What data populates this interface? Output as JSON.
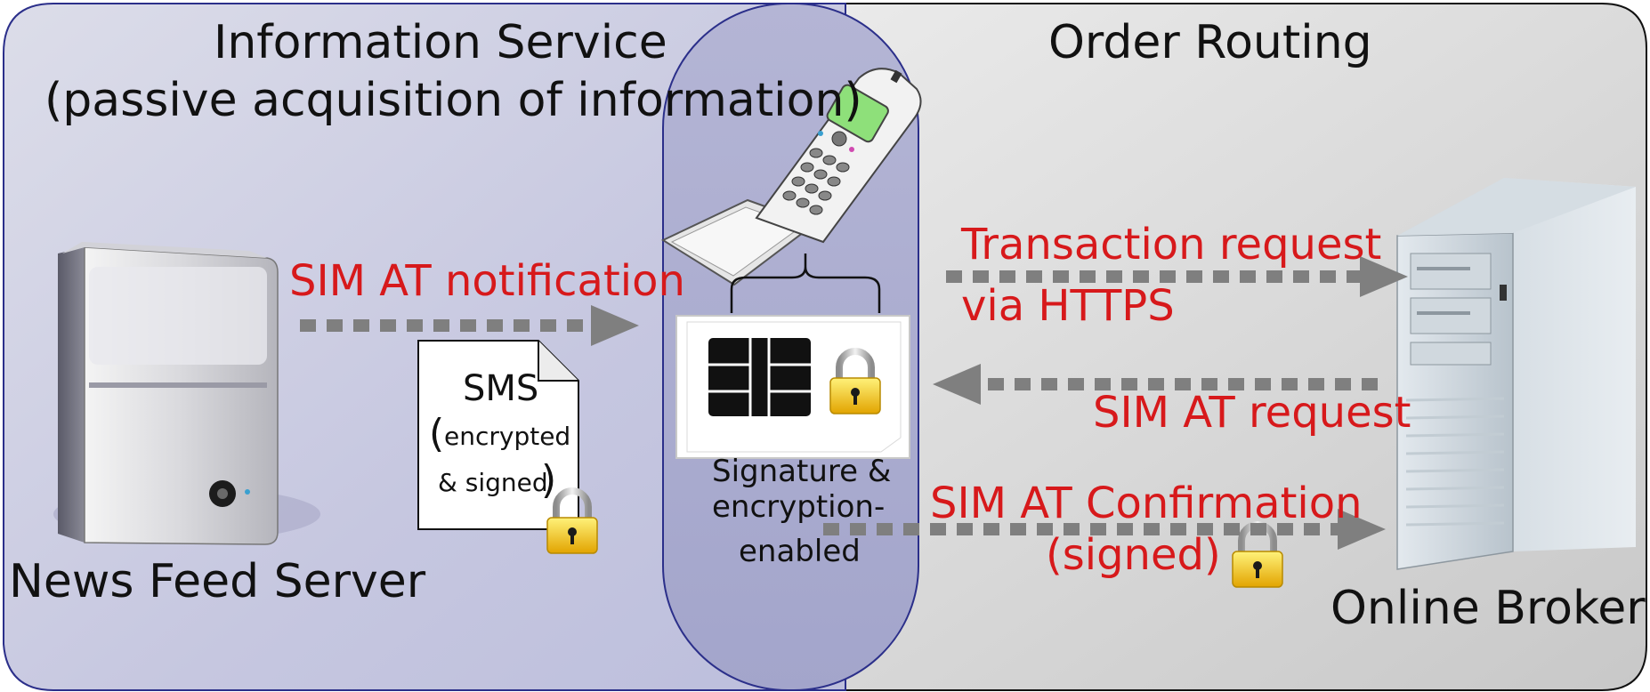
{
  "regions": {
    "left_title_line1": "Information Service",
    "left_title_line2": "(passive acquisition of information)",
    "right_title": "Order Routing"
  },
  "nodes": {
    "news_server": "News Feed Server",
    "broker": "Online Broker",
    "sim_caption_line1": "Signature &",
    "sim_caption_line2": "encryption-",
    "sim_caption_line3": "enabled"
  },
  "messages": {
    "notification": "SIM AT notification",
    "transaction_line1": "Transaction request",
    "transaction_line2": "via HTTPS",
    "sim_request": "SIM AT request",
    "confirmation_line1": "SIM AT Confirmation",
    "confirmation_line2": "(signed)"
  },
  "sms_note": {
    "head": "SMS",
    "paren_open": "(",
    "line1": "encrypted",
    "line2": "& signed",
    "paren_close": ")"
  },
  "colors": {
    "left_region": "#c9cbe3",
    "right_region": "#dcdcdc",
    "mid_region": "#a9abcf",
    "mid_border": "#2b2f8a",
    "arrow": "#7f7f7f",
    "message_text": "#d7191b"
  }
}
